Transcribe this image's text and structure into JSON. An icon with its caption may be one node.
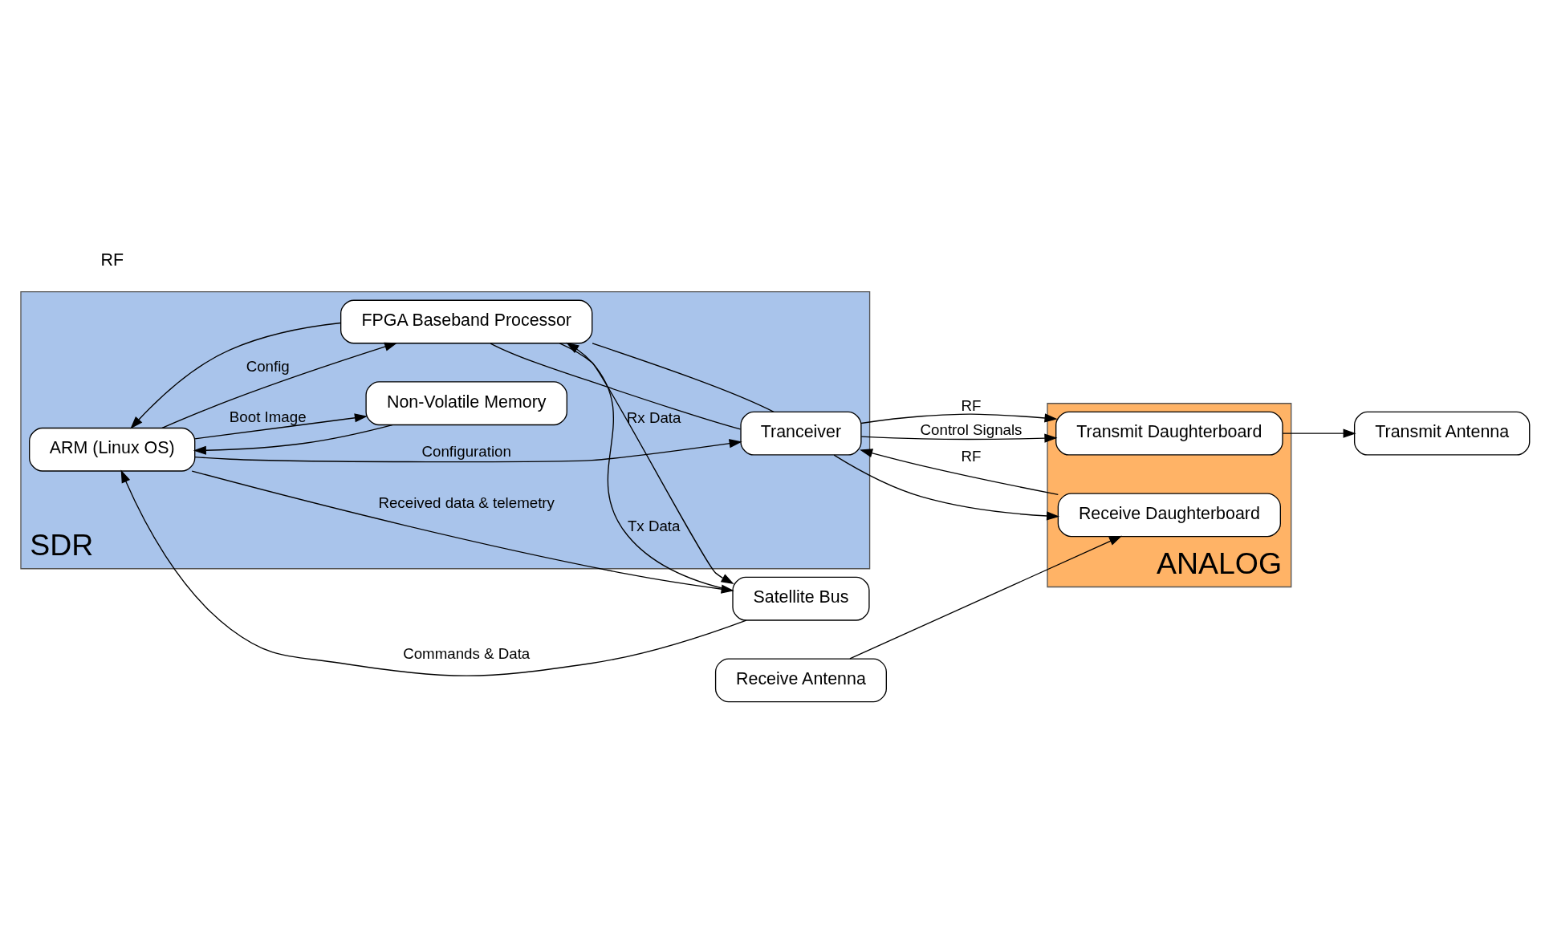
{
  "diagram": {
    "nodes": [
      {
        "text": [
          "SDR"
        ]
      },
      {
        "text": [
          "ANALOG"
        ]
      },
      {
        "text": [
          "Satellite Bus"
        ]
      },
      {
        "text": [
          "ARM (Linux OS)"
        ],
        "in": 0
      },
      {
        "text": [
          "Non-Volatile Memory"
        ],
        "in": 0
      },
      {
        "text": [
          "FPGA Baseband Processor"
        ],
        "in": 0
      },
      {
        "text": [
          "Tranceiver"
        ],
        "in": 0
      },
      {
        "text": [
          "Receive Daughterboard"
        ],
        "in": 1
      },
      {
        "text": [
          "Transmit Daughterboard"
        ],
        "in": 1
      },
      {
        "text": [
          "Receive Antenna"
        ]
      },
      {
        "text": [
          "Transmit Antenna"
        ]
      }
    ],
    "edges": [
      {
        "from": 5,
        "to": 2,
        "arrow": "to",
        "label": "Rx Data"
      },
      {
        "from": 2,
        "to": 5,
        "arrow": "to",
        "label": "Tx Data"
      },
      {
        "from": 2,
        "to": 3,
        "arrow": "to",
        "label": "Commands & Data"
      },
      {
        "from": 3,
        "to": 2,
        "arrow": "to",
        "label": "Received data & telemetry"
      },
      {
        "from": 3,
        "to": 4,
        "arrow": "to",
        "label": "Boot Image"
      },
      {
        "from": 4,
        "to": 3,
        "arrow": "to"
      },
      {
        "from": 3,
        "to": 5,
        "arrow": "to",
        "label": "Config"
      },
      {
        "from": 5,
        "to": 3,
        "arrow": "to"
      },
      {
        "from": 3,
        "to": 6,
        "arrow": "to",
        "label": "Configuration"
      },
      {
        "from": 5,
        "to": 6,
        "arrow": "none"
      },
      {
        "from": 5,
        "to": 6,
        "arrow": "none"
      },
      {
        "from": 7,
        "to": 6,
        "arrow": "to",
        "label": "RF"
      },
      {
        "from": 6,
        "to": 8,
        "arrow": "to",
        "label": "RF"
      },
      {
        "from": 6,
        "to": 7,
        "arrow": "to"
      },
      {
        "from": 6,
        "to": 8,
        "arrow": "to",
        "label": "Control Signals"
      },
      {
        "from": 9,
        "to": 7,
        "arrow": "to"
      },
      {
        "from": 8,
        "to": 10,
        "arrow": "to"
      }
    ],
    "labels": [
      "RF"
    ]
  }
}
